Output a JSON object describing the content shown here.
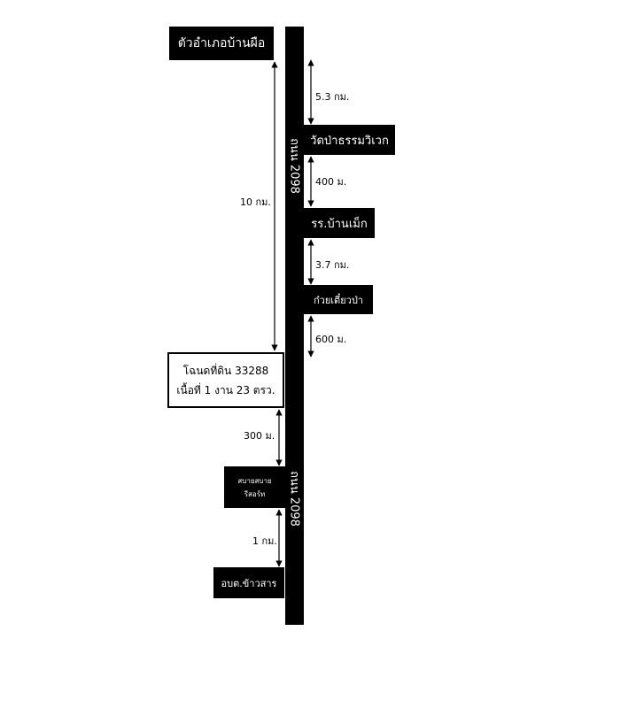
{
  "road": {
    "label_top": "ถนน 2098",
    "label_bottom": "ถนน 2098"
  },
  "places": {
    "district": "ตัวอำเภอบ้านผือ",
    "temple": "วัดป่าธรรมวิเวก",
    "school": "รร.บ้านเม็ก",
    "noodle": "ก๋วยเตี๋ยวป่า",
    "plot_line1": "โฉนดที่ดิน 33288",
    "plot_line2": "เนื้อที่ 1 งาน 23 ตรว.",
    "resort_line1": "สบายสบาย",
    "resort_line2": "รีสอร์ท",
    "sao": "อบต.ข้าวสาร"
  },
  "distances": {
    "district_to_plot": "10 กม.",
    "top_to_temple": "5.3 กม.",
    "temple_to_school": "400 ม.",
    "school_to_noodle": "3.7 กม.",
    "noodle_below": "600 ม.",
    "plot_to_resort": "300 ม.",
    "resort_to_sao": "1 กม."
  }
}
